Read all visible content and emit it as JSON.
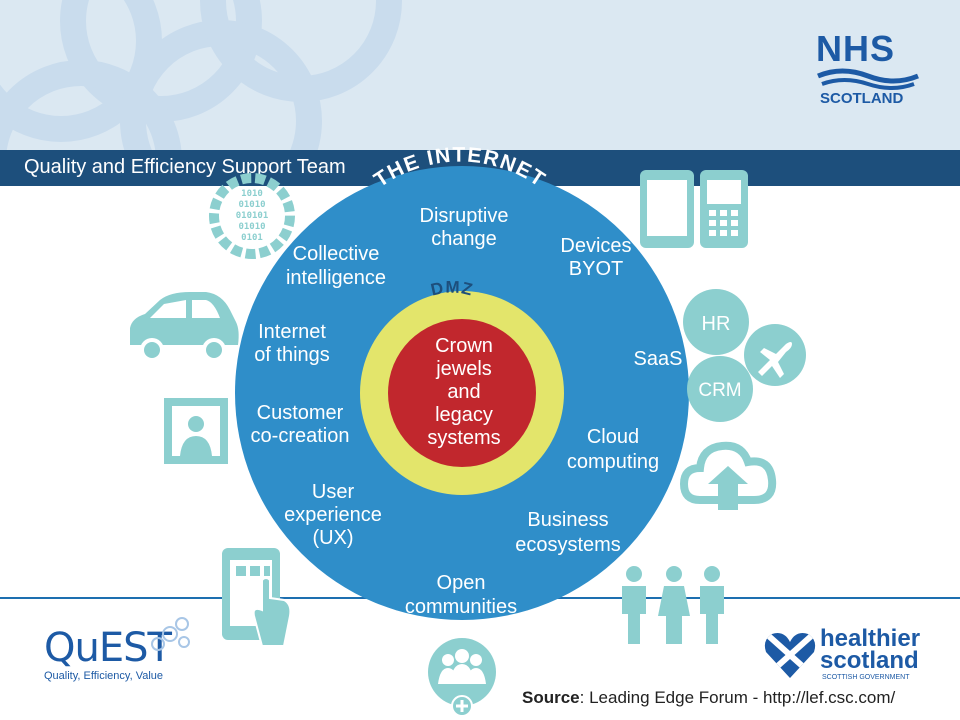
{
  "header": {
    "title": "Quality and Efficiency Support Team",
    "nhs_logo": {
      "main": "NHS",
      "sub": "SCOTLAND"
    }
  },
  "diagram": {
    "outer_label": "THE INTERNET",
    "middle_label": "DMZ",
    "core_label": [
      "Crown",
      "jewels",
      "and",
      "legacy",
      "systems"
    ],
    "segments": [
      {
        "lines": [
          "Disruptive",
          "change"
        ]
      },
      {
        "lines": [
          "Devices",
          "BYOT"
        ]
      },
      {
        "lines": [
          "SaaS"
        ]
      },
      {
        "lines": [
          "Cloud",
          "computing"
        ]
      },
      {
        "lines": [
          "Business",
          "ecosystems"
        ]
      },
      {
        "lines": [
          "Open",
          "communities"
        ]
      },
      {
        "lines": [
          "User",
          "experience",
          "(UX)"
        ]
      },
      {
        "lines": [
          "Customer",
          "co-creation"
        ]
      },
      {
        "lines": [
          "Internet",
          "of things"
        ]
      },
      {
        "lines": [
          "Collective",
          "intelligence"
        ]
      }
    ],
    "icon_texts": {
      "hr": "HR",
      "crm": "CRM",
      "binary": [
        "1010",
        "01010",
        "010101",
        "01010",
        "0101"
      ]
    },
    "colors": {
      "outer": "#2f8ec9",
      "ring": "#e3e56b",
      "core": "#c1272d",
      "icon": "#8ccfcf"
    }
  },
  "icons": [
    "binary-data-icon",
    "car-icon",
    "photo-profile-icon",
    "tablet-touch-icon",
    "people-group-icon",
    "tablet-icon",
    "mobile-phone-icon",
    "hr-bubble-icon",
    "airplane-icon",
    "crm-bubble-icon",
    "cloud-upload-icon",
    "family-icon"
  ],
  "footer": {
    "quest": {
      "word": "QuEST",
      "tagline": "Quality, Efficiency, Value"
    },
    "healthier": {
      "line1": "healthier",
      "line2": "scotland",
      "line3": "SCOTTISH GOVERNMENT"
    },
    "source_label": "Source",
    "source_text": ": Leading Edge Forum - http://lef.csc.com/"
  }
}
